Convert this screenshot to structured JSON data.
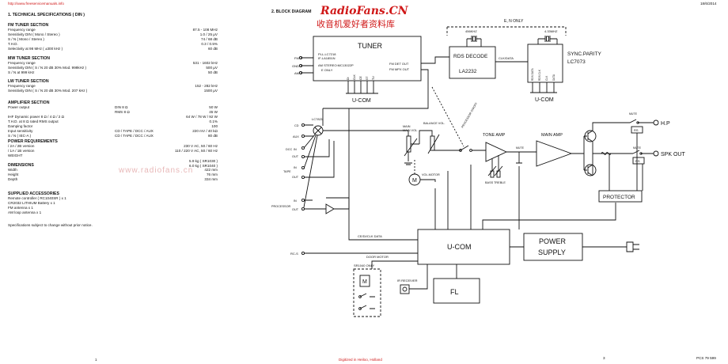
{
  "header": {
    "left_url": "http://www.freeservicemanuals.info",
    "right_date": "18/6/2014",
    "site_logo": "RadioFans.CN",
    "site_subtitle": "收音机爱好者资料库",
    "watermark": "www.radiofans.cn"
  },
  "specs": {
    "section_title": "1.   TECHNICAL SPECIFICATIONS ( DIN )",
    "fm_title": "FM TUNER SECTION",
    "fm_rows": [
      {
        "label": "Frequency range",
        "mid": "",
        "value": "87.5 - 108 MHz"
      },
      {
        "label": "Sensitivity DIN ( Mono / Stereo )",
        "mid": "",
        "value": "1.0 / 25 µV"
      },
      {
        "label": "S / N ( Mono / Stereo )",
        "mid": "",
        "value": "74 / 68 dB"
      },
      {
        "label": "T.H.D.",
        "mid": "",
        "value": "0.3 / 0.5%"
      },
      {
        "label": "Selectivity at 98 MHz ( ±300 kHz )",
        "mid": "",
        "value": "60 dB"
      }
    ],
    "mw_title": "MW TUNER SECTION",
    "mw_rows": [
      {
        "label": "Frequency range",
        "mid": "",
        "value": "531 - 1602 kHz"
      },
      {
        "label": "Sensitivity DIN ( S / N 20 dB 30% Mod. 999kHz )",
        "mid": "",
        "value": "500 µV"
      },
      {
        "label": "S / N at 999 kHz",
        "mid": "",
        "value": "50 dB"
      }
    ],
    "lw_title": "LW TUNER SECTION",
    "lw_rows": [
      {
        "label": "Frequency range",
        "mid": "",
        "value": "152 - 282 kHz"
      },
      {
        "label": "Sensitivity DIN ( S / N 20 dB 30% Mod. 207 kHz )",
        "mid": "",
        "value": "1500 µV"
      }
    ],
    "amp_title": "AMPLIFIER SECTION",
    "amp_rows": [
      {
        "label": "Power output",
        "mid": "DIN 8 Ω",
        "value": "50 W"
      },
      {
        "label": "",
        "mid": "RMS 8 Ω",
        "value": "45 W"
      },
      {
        "label": "IHF Dynamic power 8 Ω / 4 Ω / 2 Ω",
        "mid": "",
        "value": "64 W / 78 W / 92 W"
      },
      {
        "label": "T.H.D. at 8 Ω rated RMS output",
        "mid": "",
        "value": "0.1%"
      },
      {
        "label": "Damping factor",
        "mid": "",
        "value": "100"
      },
      {
        "label": "Input sensitivity",
        "mid": "CD / TAPE / DCC / AUX",
        "value": "220 mV / 40 kΩ"
      },
      {
        "label": "S / N ( IEC-A )",
        "mid": "CD / TAPE / DCC / AUX",
        "value": "80 dB"
      }
    ],
    "power_title": "POWER REQUIREMENTS",
    "power_rows": [
      {
        "label": "/ 2A / 2B version",
        "mid": "",
        "value": "230 V AC, 50 / 60 Hz"
      },
      {
        "label": "/ 1A / 1B version",
        "mid": "",
        "value": "110 / 220 V AC, 50 / 60 Hz"
      }
    ],
    "weight_label": "WEIGHT",
    "weight_values": [
      "5.9 kg ( SR1030 )",
      "6.0 kg ( SR1040 )"
    ],
    "dim_title": "DIMENSIONS",
    "dim_rows": [
      {
        "label": "Width",
        "value": "422 mm"
      },
      {
        "label": "Height",
        "value": "76 mm"
      },
      {
        "label": "Depth",
        "value": "334 mm"
      }
    ],
    "acc_title": "SUPPLIED ACCESSORIES",
    "acc_lines": [
      "Remote controller ( RC1040SR ) x 1",
      "CR2032 LITHIUM Battery  x 1",
      "FM antenna x 1",
      "AM loop antenna x 1"
    ],
    "note": "Specifications subject to change without prior notice."
  },
  "diagram": {
    "section_title": "2.   BLOCK DIAGRAM",
    "en_only": "E, N ONLY",
    "tuner": "TUNER",
    "tuner_lines": [
      "PLL-LC7218",
      "IF-LA1851N",
      "AM STEREO:MC13022P",
      "E ONLY"
    ],
    "tuner_pins": [
      "FM DET OUT",
      "FM MPX OUT"
    ],
    "tuner_side_pins": [
      "DI",
      "CLK",
      "CE",
      "ST",
      "TU"
    ],
    "ucom_small": "U-COM",
    "rds_decode": "RDS DECODE",
    "rds_ic": "LA2232",
    "rds_freq": "456KHZ",
    "clk_data": "CLK/DATA",
    "sync_title": "SYNC.PARITY",
    "sync_ic": "LC7073",
    "sync_freq": "4.33MHZ",
    "sync_pins": [
      "RDS DATA",
      "RDS CLK",
      "CLK",
      "DATA"
    ],
    "ucom_small2": "U-COM",
    "antennas": [
      "FM",
      "GND",
      "AM"
    ],
    "selector_ic": "LC7821",
    "processor_onoff": "PROCESSOR ON/OFF",
    "main_vol": "MAIN VOL.",
    "balance_vol": "BALANCE VOL.",
    "vol_motor": "VOL.MOTOR",
    "tone_amp": "TONE AMP",
    "main_amp": "MAIN AMP",
    "mute_labels": [
      "MUTE",
      "MUTE",
      "MUTE"
    ],
    "bass_treble": "BASS TREBLE",
    "hp_label": "H.P",
    "spk_label": "SPK OUT",
    "protector": "PROTECTOR",
    "inputs": [
      "CD",
      "AUX",
      "DCC",
      "IN",
      "OUT",
      "TAPE",
      "IN",
      "OUT",
      "PROCESSOR",
      "IN",
      "OUT"
    ],
    "ce_di": "CE/DI/CLK DATA",
    "ucom_main": "U-COM",
    "power_supply": [
      "POWER",
      "SUPPLY"
    ],
    "rcs": "RC-S",
    "door_motor": "DOOR MOTOR",
    "sr1040_only": "SR1040 ONLY",
    "ir_receiver": "IR RECEIVER",
    "fl": "FL"
  },
  "footer": {
    "page_left": "1",
    "page_mid": "3",
    "digitized": "Digitized in Heiloo, Holland",
    "model": "PCS 79 599"
  }
}
